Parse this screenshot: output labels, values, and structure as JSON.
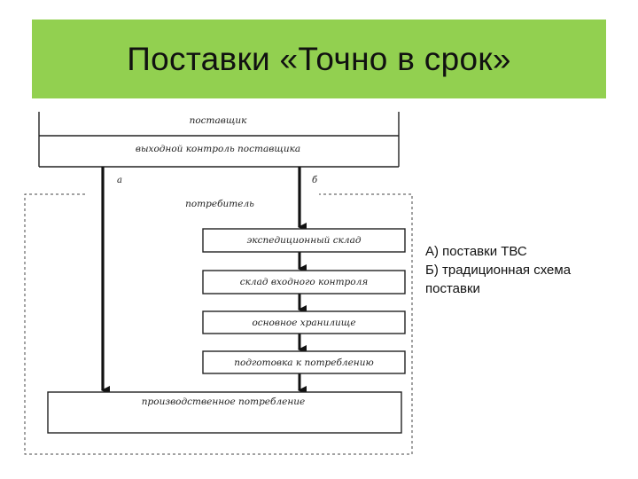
{
  "slide": {
    "title": "Поставки «Точно в срок»"
  },
  "diagram": {
    "supplier_label": "поставщик",
    "supplier_control": "выходной контроль поставщика",
    "route_a": "а",
    "route_b": "б",
    "consumer_label": "потребитель",
    "steps": [
      "экспедиционный склад",
      "склад входного контроля",
      "основное хранилище",
      "подготовка к потреблению"
    ],
    "production": "производственное потребление"
  },
  "legend": {
    "line_a": "А) поставки ТВС",
    "line_b": "Б) традиционная схема поставки"
  },
  "colors": {
    "title_background": "#92d050"
  }
}
